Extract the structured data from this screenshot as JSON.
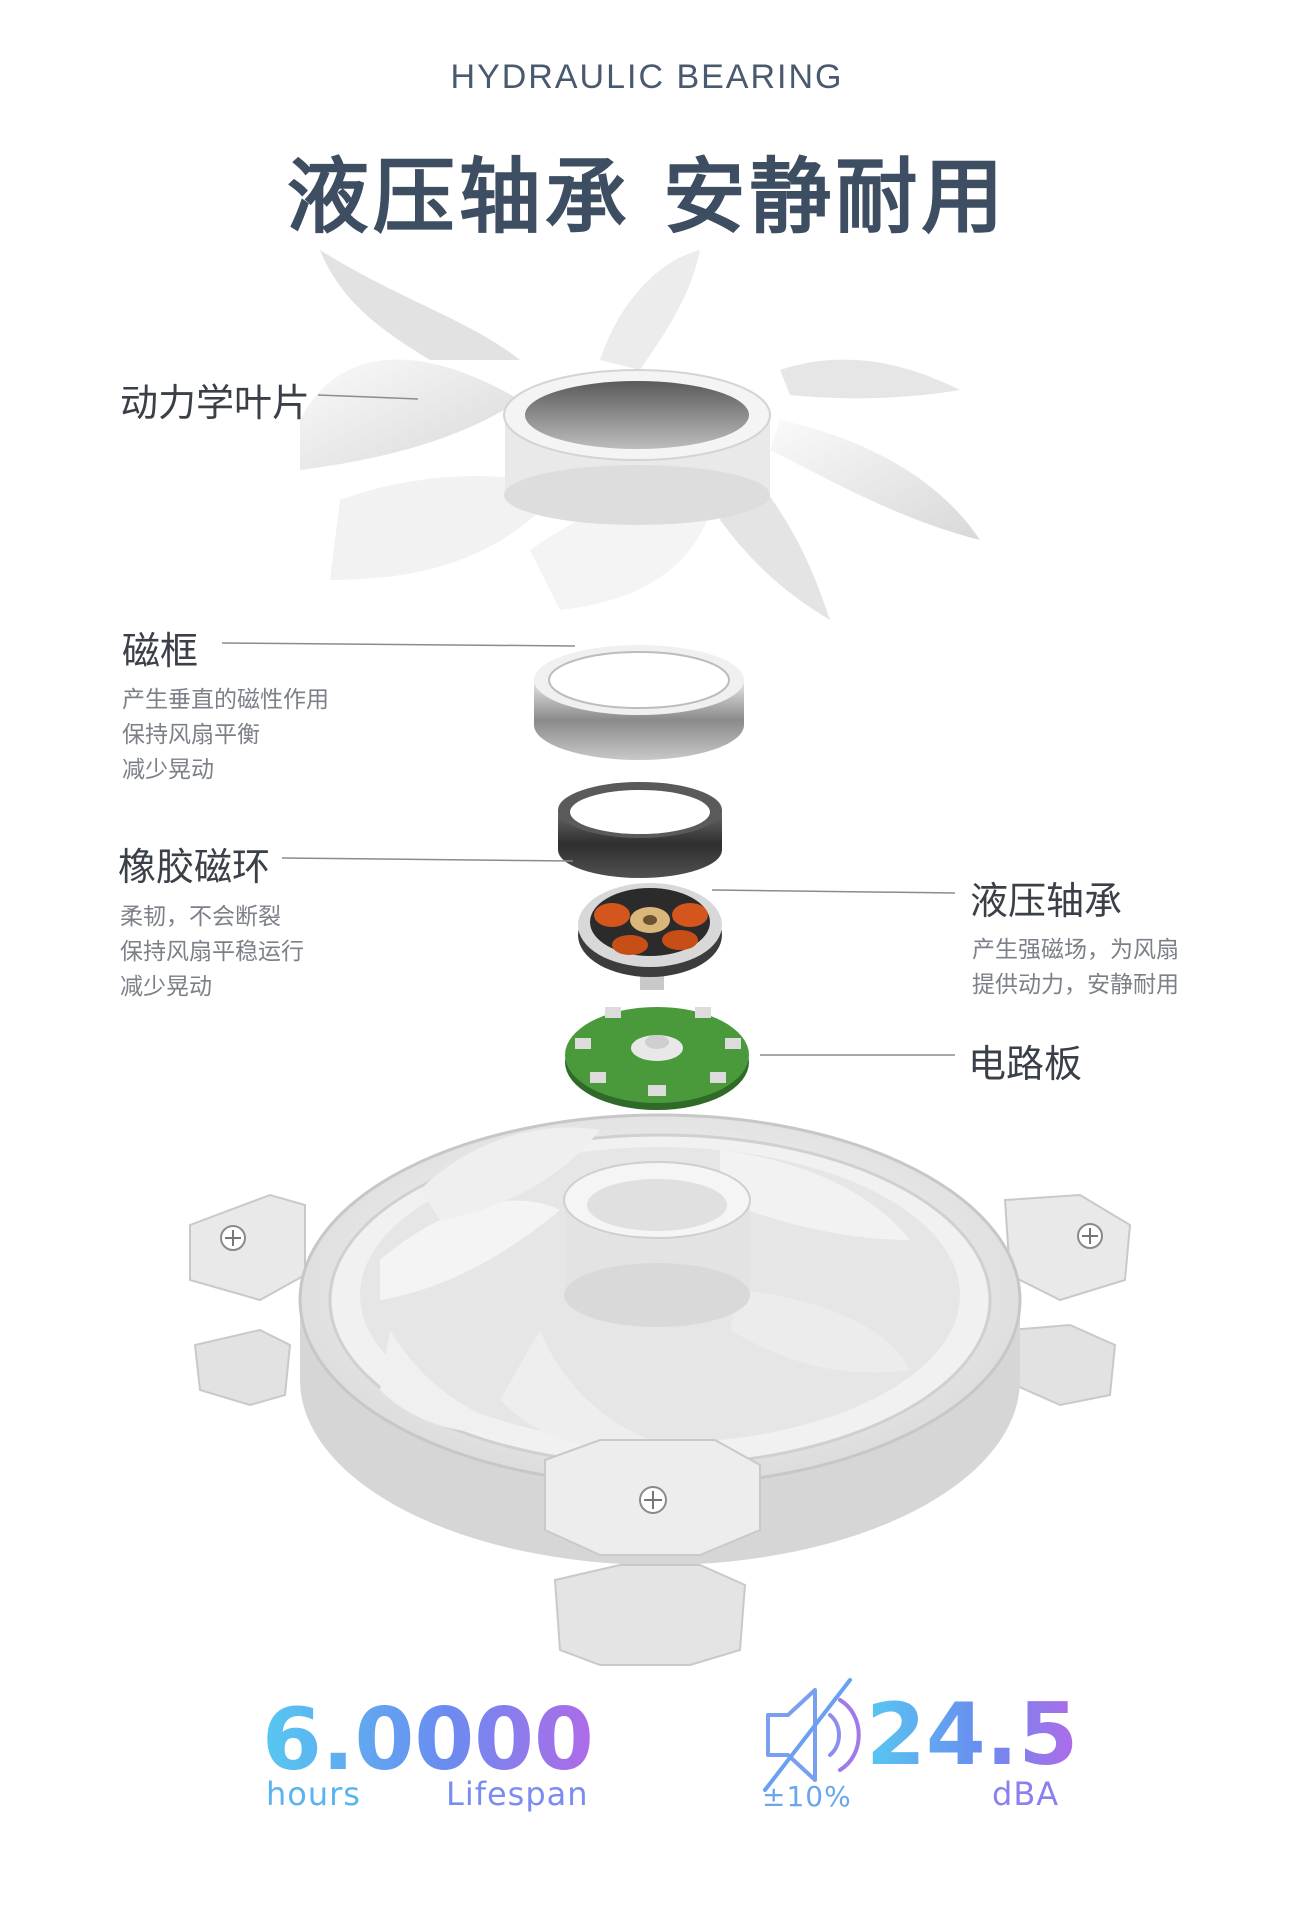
{
  "header": {
    "subtitle": "HYDRAULIC BEARING",
    "title": "液压轴承  安静耐用"
  },
  "parts": {
    "blades": {
      "label": "动力学叶片"
    },
    "frame": {
      "label": "磁框",
      "desc": [
        "产生垂直的磁性作用",
        "保持风扇平衡",
        "减少晃动"
      ]
    },
    "rubber_ring": {
      "label": "橡胶磁环",
      "desc": [
        "柔韧，不会断裂",
        "保持风扇平稳运行",
        "减少晃动"
      ]
    },
    "bearing": {
      "label": "液压轴承",
      "desc": [
        "产生强磁场，为风扇",
        "提供动力，安静耐用"
      ]
    },
    "pcb": {
      "label": "电路板"
    }
  },
  "stats": {
    "lifespan": {
      "value": "6.0000",
      "unit": "hours",
      "label": "Lifespan"
    },
    "noise": {
      "value": "24.5",
      "tolerance": "±10%",
      "unit": "dBA",
      "icon": "speaker-muted-icon"
    }
  },
  "colors": {
    "title": "#3d4d62",
    "gradient_start": "#56c8f0",
    "gradient_end": "#b06ae8",
    "pcb_green": "#4a9a3c",
    "coil_orange": "#d4561c"
  }
}
